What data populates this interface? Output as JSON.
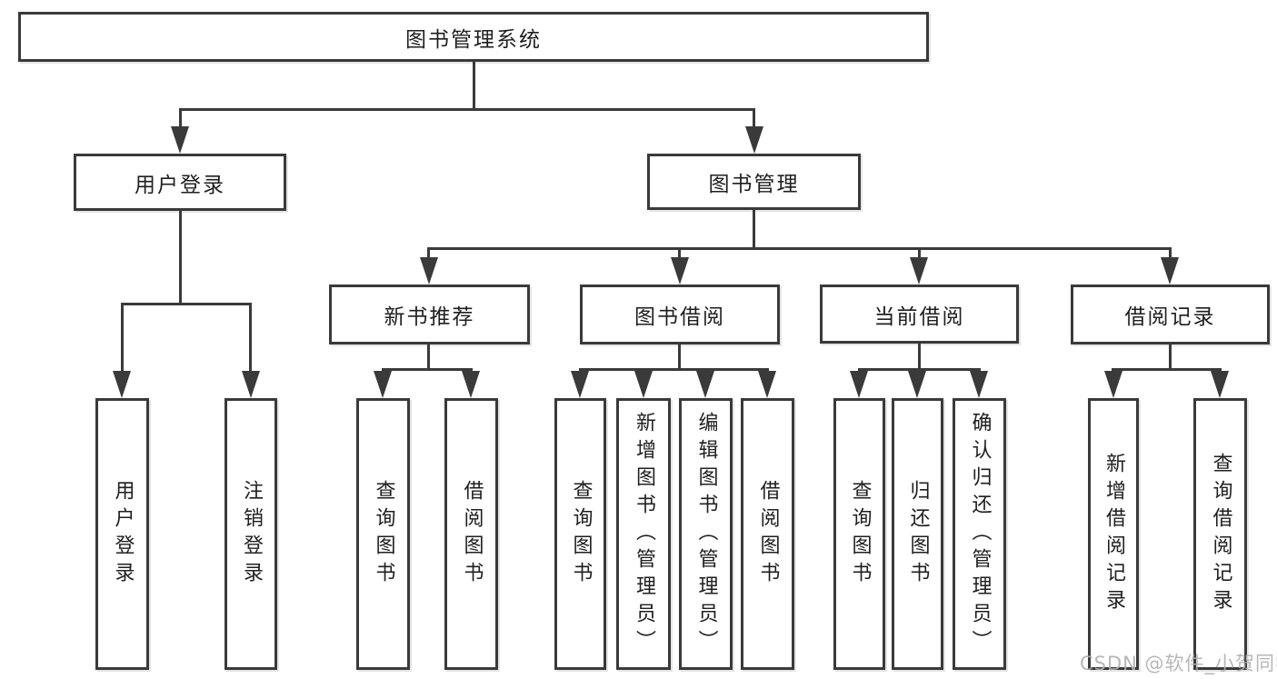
{
  "nodes": {
    "root": {
      "label": "图书管理系统"
    },
    "user_login": {
      "label": "用户登录"
    },
    "book_management": {
      "label": "图书管理"
    },
    "new_book_recommend": {
      "label": "新书推荐"
    },
    "book_borrowing": {
      "label": "图书借阅"
    },
    "current_borrowing": {
      "label": "当前借阅"
    },
    "borrowing_records": {
      "label": "借阅记录"
    }
  },
  "leaves": [
    {
      "label": "用户登录"
    },
    {
      "label": "注销登录"
    },
    {
      "label": "查询图书"
    },
    {
      "label": "借阅图书"
    },
    {
      "label": "查询图书"
    },
    {
      "label": "新增图书（管理员）"
    },
    {
      "label": "编辑图书（管理员）"
    },
    {
      "label": "借阅图书"
    },
    {
      "label": "查询图书"
    },
    {
      "label": "归还图书"
    },
    {
      "label": "确认归还（管理员）"
    },
    {
      "label": "新增借阅记录"
    },
    {
      "label": "查询借阅记录"
    }
  ],
  "watermark": "CSDN @软件_小贺同学",
  "colors": {
    "line": "#3a3a3a",
    "text": "#1f1f1f",
    "watermark": "#b0b0b0",
    "background": "#ffffff"
  }
}
